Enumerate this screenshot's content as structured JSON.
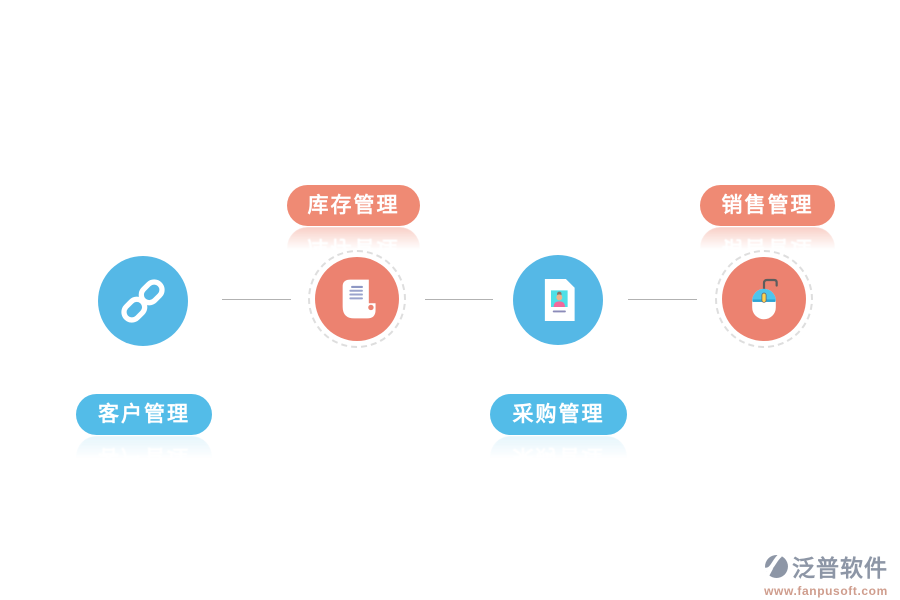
{
  "canvas": {
    "background": "#ffffff"
  },
  "colors": {
    "blue_circle": "#55b8e6",
    "blue_pill": "#53bce8",
    "salmon_circle": "#ec8270",
    "salmon_pill": "#ef8a74",
    "connector_line": "#b2b2b2",
    "dashed_ring": "#dedede",
    "logo_text": "#8d96a6",
    "logo_url": "#cf9d8d"
  },
  "nodes": [
    {
      "id": "customer",
      "icon": "chain-link-icon",
      "color": "blue",
      "label": "客户管理",
      "label_position": "bottom"
    },
    {
      "id": "inventory",
      "icon": "scroll-icon",
      "color": "salmon",
      "label": "库存管理",
      "label_position": "top"
    },
    {
      "id": "purchase",
      "icon": "id-document-icon",
      "color": "blue",
      "label": "采购管理",
      "label_position": "bottom"
    },
    {
      "id": "sales",
      "icon": "mouse-icon",
      "color": "salmon",
      "label": "销售管理",
      "label_position": "top"
    }
  ],
  "logo": {
    "name": "泛普软件",
    "url": "www.fanpusoft.com"
  }
}
